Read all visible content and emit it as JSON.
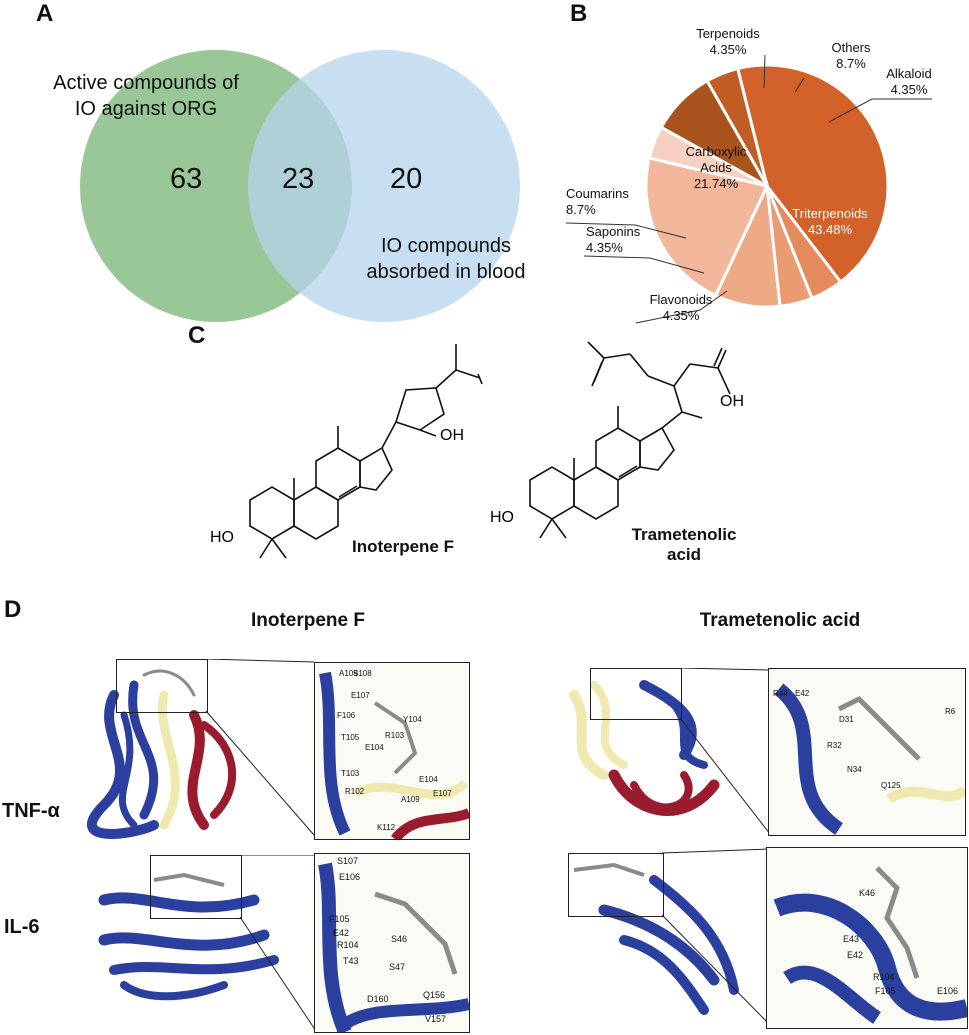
{
  "panels": {
    "a": "A",
    "b": "B",
    "c": "C",
    "d": "D"
  },
  "venn": {
    "left_label": "Active compounds of IO against ORG",
    "right_label": "IO compounds absorbed in blood",
    "left_only": "63",
    "overlap": "23",
    "right_only": "20",
    "left_color": "#8fc18c",
    "right_color": "#b6d3ec"
  },
  "chart_data": {
    "type": "pie",
    "slices": [
      {
        "name": "Triterpenoids",
        "pct_label": "43.48%",
        "value": 43.48,
        "color": "#d2622a"
      },
      {
        "name": "Flavonoids",
        "pct_label": "4.35%",
        "value": 4.35,
        "color": "#e58a5c"
      },
      {
        "name": "Saponins",
        "pct_label": "4.35%",
        "value": 4.35,
        "color": "#ea9b72"
      },
      {
        "name": "Coumarins",
        "pct_label": "8.7%",
        "value": 8.7,
        "color": "#eeaa86"
      },
      {
        "name": "Carboxylic Acids",
        "pct_label": "21.74%",
        "value": 21.74,
        "color": "#f2b69a"
      },
      {
        "name": "Terpenoids",
        "pct_label": "4.35%",
        "value": 4.35,
        "color": "#f6d0c0"
      },
      {
        "name": "Others",
        "pct_label": "8.7%",
        "value": 8.7,
        "color": "#a9531f"
      },
      {
        "name": "Alkaloid",
        "pct_label": "4.35%",
        "value": 4.35,
        "color": "#bf5d24"
      }
    ]
  },
  "molecules": {
    "mol1_name": "Inoterpene F",
    "mol2_name_l1": "Trametenolic",
    "mol2_name_l2": "acid",
    "oh": "OH",
    "ho": "HO"
  },
  "docking": {
    "title_left": "Inoterpene F",
    "title_right": "Trametenolic acid",
    "row1": "TNF-α",
    "row2": "IL-6",
    "colors": {
      "blue": "#2a3f9e",
      "red": "#9b1b2e",
      "yellow": "#efe9b0",
      "ligand": "#8a8a8a"
    },
    "residues_tnf_left": [
      "A109",
      "S108",
      "E107",
      "F106",
      "T105",
      "E104",
      "R103",
      "Y104",
      "T103",
      "R102",
      "E104",
      "A109",
      "E107",
      "K112"
    ],
    "residues_tnf_right": [
      "R44",
      "E42",
      "D31",
      "R32",
      "N34",
      "Q125",
      "R6"
    ],
    "residues_il6_left": [
      "S107",
      "E106",
      "F105",
      "E42",
      "R104",
      "T43",
      "S46",
      "S47",
      "D160",
      "Q156",
      "V157"
    ],
    "residues_il6_right": [
      "K46",
      "E43",
      "E42",
      "R104",
      "F105",
      "E106"
    ]
  }
}
